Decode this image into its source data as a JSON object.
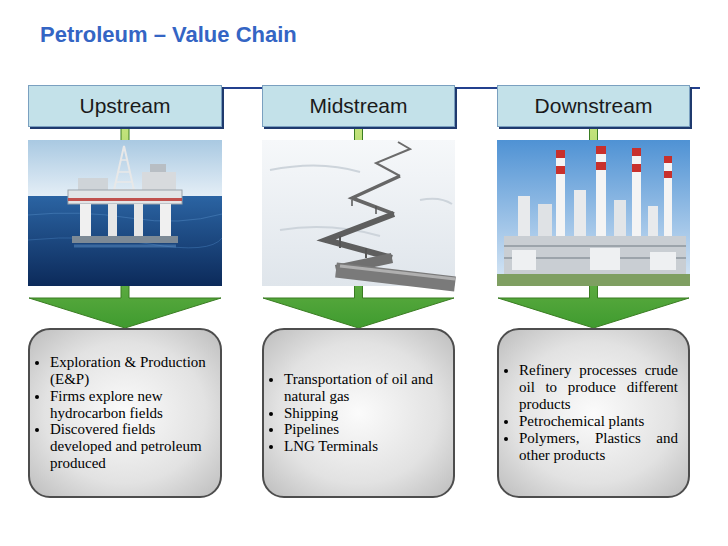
{
  "diagram": {
    "title": "Petroleum – Value Chain",
    "nodes": [
      {
        "text": [
          "Upstream"
        ]
      },
      {
        "text": [
          "Midstream"
        ]
      },
      {
        "text": [
          "Downstream"
        ]
      },
      {
        "text": [
          "Exploration & Production (E&P)",
          "Firms explore new hydrocarbon fields",
          "Discovered fields developed and petroleum produced"
        ]
      },
      {
        "text": [
          "Transportation of oil and natural gas",
          "Shipping",
          "Pipelines",
          "LNG Terminals"
        ]
      },
      {
        "text": [
          "Refinery processes crude oil to produce different products",
          "Petrochemical plants",
          "Polymers, Plastics and other products"
        ]
      }
    ],
    "edges": [
      {
        "from": 0,
        "to": 3,
        "arrow": "to"
      },
      {
        "from": 1,
        "to": 4,
        "arrow": "to"
      },
      {
        "from": 2,
        "to": 5,
        "arrow": "to"
      }
    ]
  }
}
